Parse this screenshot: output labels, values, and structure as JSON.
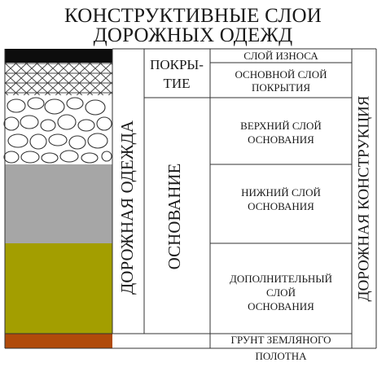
{
  "title": {
    "line1": "КОНСТРУКТИВНЫЕ СЛОИ",
    "line2": "ДОРОЖНЫХ ОДЕЖД"
  },
  "columns": {
    "pavement": "ДОРОЖНАЯ ОДЕЖДА",
    "base": "ОСНОВАНИЕ",
    "coating_line1": "ПОКРЫ-",
    "coating_line2": "ТИЕ",
    "road_structure": "ДОРОЖНАЯ КОНСТРУКЦИЯ"
  },
  "layers": {
    "wear": "СЛОЙ ИЗНОСА",
    "main_coating_1": "ОСНОВНОЙ СЛОЙ",
    "main_coating_2": "ПОКРЫТИЯ",
    "upper_base_1": "ВЕРХНИЙ СЛОЙ",
    "upper_base_2": "ОСНОВАНИЯ",
    "lower_base_1": "НИЖНИЙ СЛОЙ",
    "lower_base_2": "ОСНОВАНИЯ",
    "extra_base_1": "ДОПОЛНИТЕЛЬНЫЙ",
    "extra_base_2": "СЛОЙ",
    "extra_base_3": "ОСНОВАНИЯ",
    "subgrade_1": "ГРУНТ ЗЕМЛЯНОГО",
    "subgrade_2": "ПОЛОТНА"
  },
  "colors": {
    "wear_layer": "#0d0d0d",
    "gravel_layer": "#a6a6a6",
    "sand_layer": "#a39e00",
    "soil_layer": "#b04a0a",
    "lines": "#333333"
  }
}
